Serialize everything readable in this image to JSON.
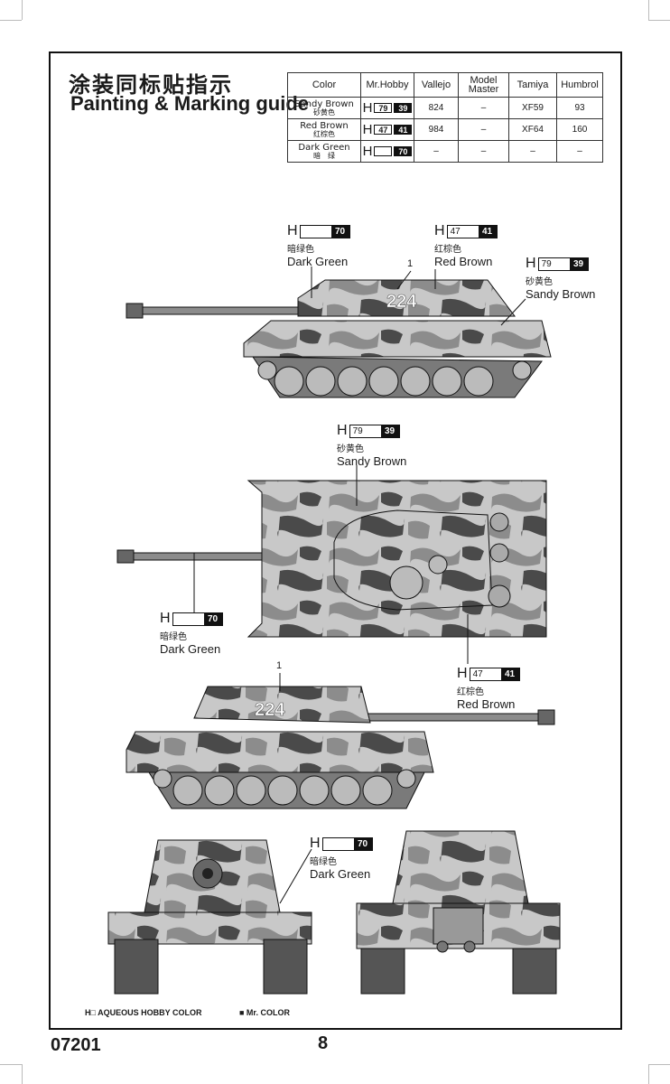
{
  "title_cn": "涂装同标贴指示",
  "title_en": "Painting & Marking guide",
  "color_table": {
    "headers": [
      "Color",
      "Mr.Hobby",
      "Vallejo",
      "Model Master",
      "Tamiya",
      "Humbrol"
    ],
    "rows": [
      {
        "color_en": "Sandy Brown",
        "color_cn": "砂黄色",
        "h_white": "79",
        "h_black": "39",
        "vallejo": "824",
        "model_master": "–",
        "tamiya": "XF59",
        "humbrol": "93"
      },
      {
        "color_en": "Red Brown",
        "color_cn": "红棕色",
        "h_white": "47",
        "h_black": "41",
        "vallejo": "984",
        "model_master": "–",
        "tamiya": "XF64",
        "humbrol": "160"
      },
      {
        "color_en": "Dark Green",
        "color_cn": "暗　绿",
        "h_white": "",
        "h_black": "70",
        "vallejo": "–",
        "model_master": "–",
        "tamiya": "–",
        "humbrol": "–"
      }
    ]
  },
  "callouts": {
    "dark_green": {
      "h": "H",
      "white": "",
      "black": "70",
      "cn": "暗绿色",
      "en": "Dark Green"
    },
    "red_brown": {
      "h": "H",
      "white": "47",
      "black": "41",
      "cn": "红棕色",
      "en": "Red Brown"
    },
    "sandy_brown": {
      "h": "H",
      "white": "79",
      "black": "39",
      "cn": "砂黄色",
      "en": "Sandy Brown"
    }
  },
  "marking_number": "1",
  "turret_number": "224",
  "legend": {
    "aqueous": "H□ AQUEOUS HOBBY COLOR",
    "mr_color": "■ Mr. COLOR"
  },
  "doc_number": "07201",
  "page_number": "8",
  "colors": {
    "camo_light": "#c8c8c8",
    "camo_mid": "#8c8c8c",
    "camo_dark": "#4a4a4a",
    "frame": "#111111"
  }
}
